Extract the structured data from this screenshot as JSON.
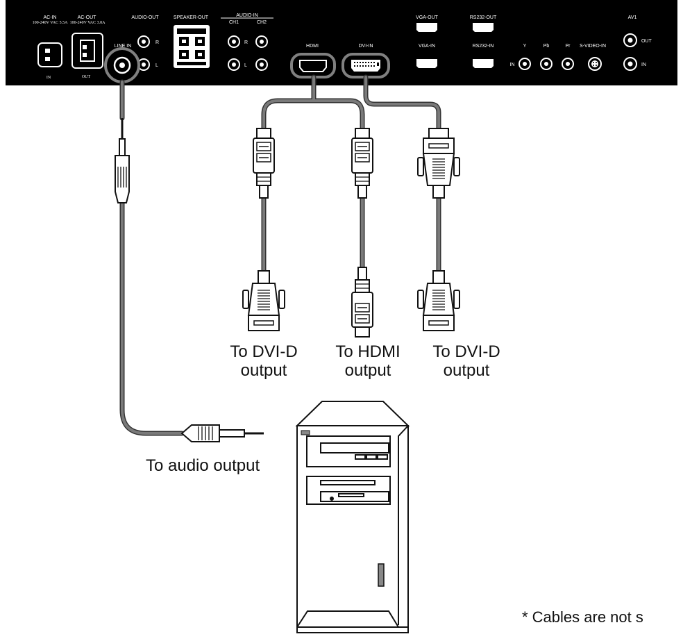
{
  "panel": {
    "ac_in": "AC-IN",
    "ac_in_rating": "100-240V VAC 5.5A",
    "ac_in_sub": "IN",
    "ac_out": "AC-OUT",
    "ac_out_rating": "100-240V VAC 3.0A",
    "ac_out_sub": "OUT",
    "audio_out": "AUDIO-OUT",
    "line_in": "LINE IN",
    "speaker_out": "SPEAKER-OUT",
    "audio_in": "AUDIO-IN",
    "ch1": "CH1",
    "ch2": "CH2",
    "hdmi": "HDMI",
    "dvi_in": "DVI-IN",
    "vga_out": "VGA-OUT",
    "vga_in": "VGA-IN",
    "rs232_out": "RS232-OUT",
    "rs232_in": "RS232-IN",
    "y": "Y",
    "pb": "Pb",
    "pr": "Pr",
    "in": "IN",
    "s_video_in": "S-VIDEO-IN",
    "av1": "AV1",
    "out": "OUT",
    "av_in": "IN",
    "r": "R",
    "l": "L"
  },
  "labels": {
    "dvi_left": [
      "To DVI-D",
      "output"
    ],
    "hdmi": [
      "To HDMI",
      "output"
    ],
    "dvi_right": [
      "To DVI-D",
      "output"
    ],
    "audio": "To audio output",
    "note": "* Cables are not s"
  },
  "colors": {
    "panel": "#000000",
    "cable": "#7a7a7a",
    "cable_outline": "#333333",
    "connector": "#ffffff",
    "highlight_ring": "#808080"
  }
}
